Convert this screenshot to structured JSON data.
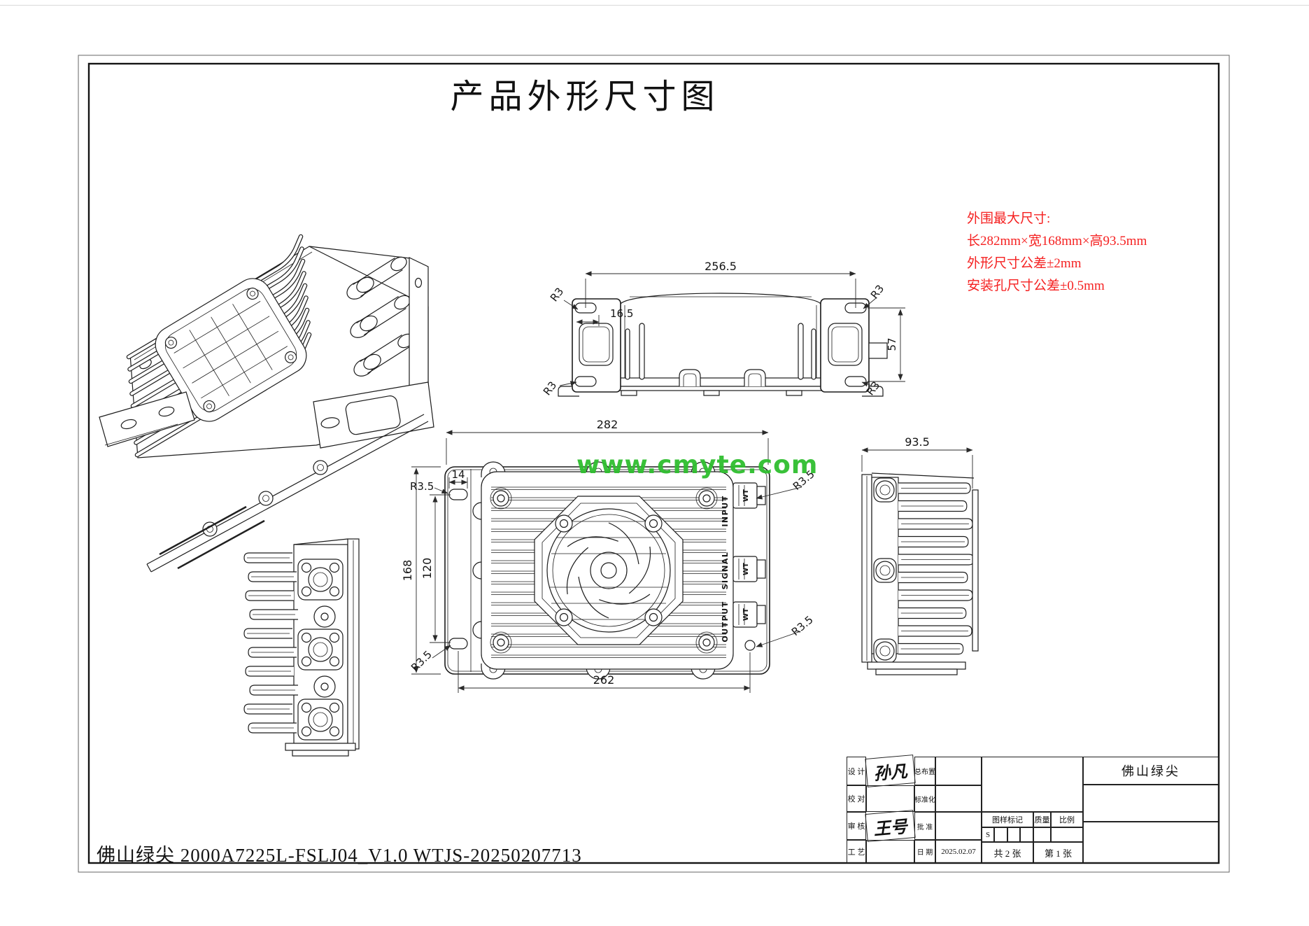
{
  "page": {
    "title": "产品外形尺寸图",
    "watermark": "www.cmyte.com",
    "footer_code": "佛山绿尖 2000A7225L-FSLJ04_V1.0 WTJS-20250207713",
    "colors": {
      "note_red": "#f52121",
      "watermark_green": "#2fbe2f",
      "line_dark": "#1c1c1c"
    }
  },
  "notes": {
    "line1": "外围最大尺寸:",
    "line2": "长282mm×宽168mm×高93.5mm",
    "line3": "外形尺寸公差±2mm",
    "line4": "安装孔尺寸公差±0.5mm"
  },
  "dims": {
    "front_width": "256.5",
    "front_slot_offset": "16.5",
    "front_height": "57",
    "front_corner_radius": "R3",
    "top_width": "282",
    "top_mount_width": "262",
    "top_height": "168",
    "top_mount_height": "120",
    "top_slot_width": "14",
    "top_hole_radius": "R3.5",
    "side_width": "93.5"
  },
  "ports": {
    "input": "INPUT",
    "signal": "SIGNAL",
    "output": "OUTPUT",
    "wt": "WT"
  },
  "title_block": {
    "design_label": "设 计",
    "design_value": "孙凡",
    "check_label": "校 对",
    "check_value": "",
    "review_label": "审 核",
    "review_value": "王号",
    "process_label": "工 艺",
    "process_value": "",
    "layout_label": "总布置",
    "standard_label": "标准化",
    "approve_label": "批 准",
    "date_label": "日 期",
    "date_value": "2025.02.07",
    "mark_label": "图样标记",
    "quality_label": "质量",
    "scale_label": "比例",
    "s_mark": "S",
    "sheet_total": "共 2 张",
    "sheet_no": "第 1 张",
    "company": "佛山绿尖"
  }
}
